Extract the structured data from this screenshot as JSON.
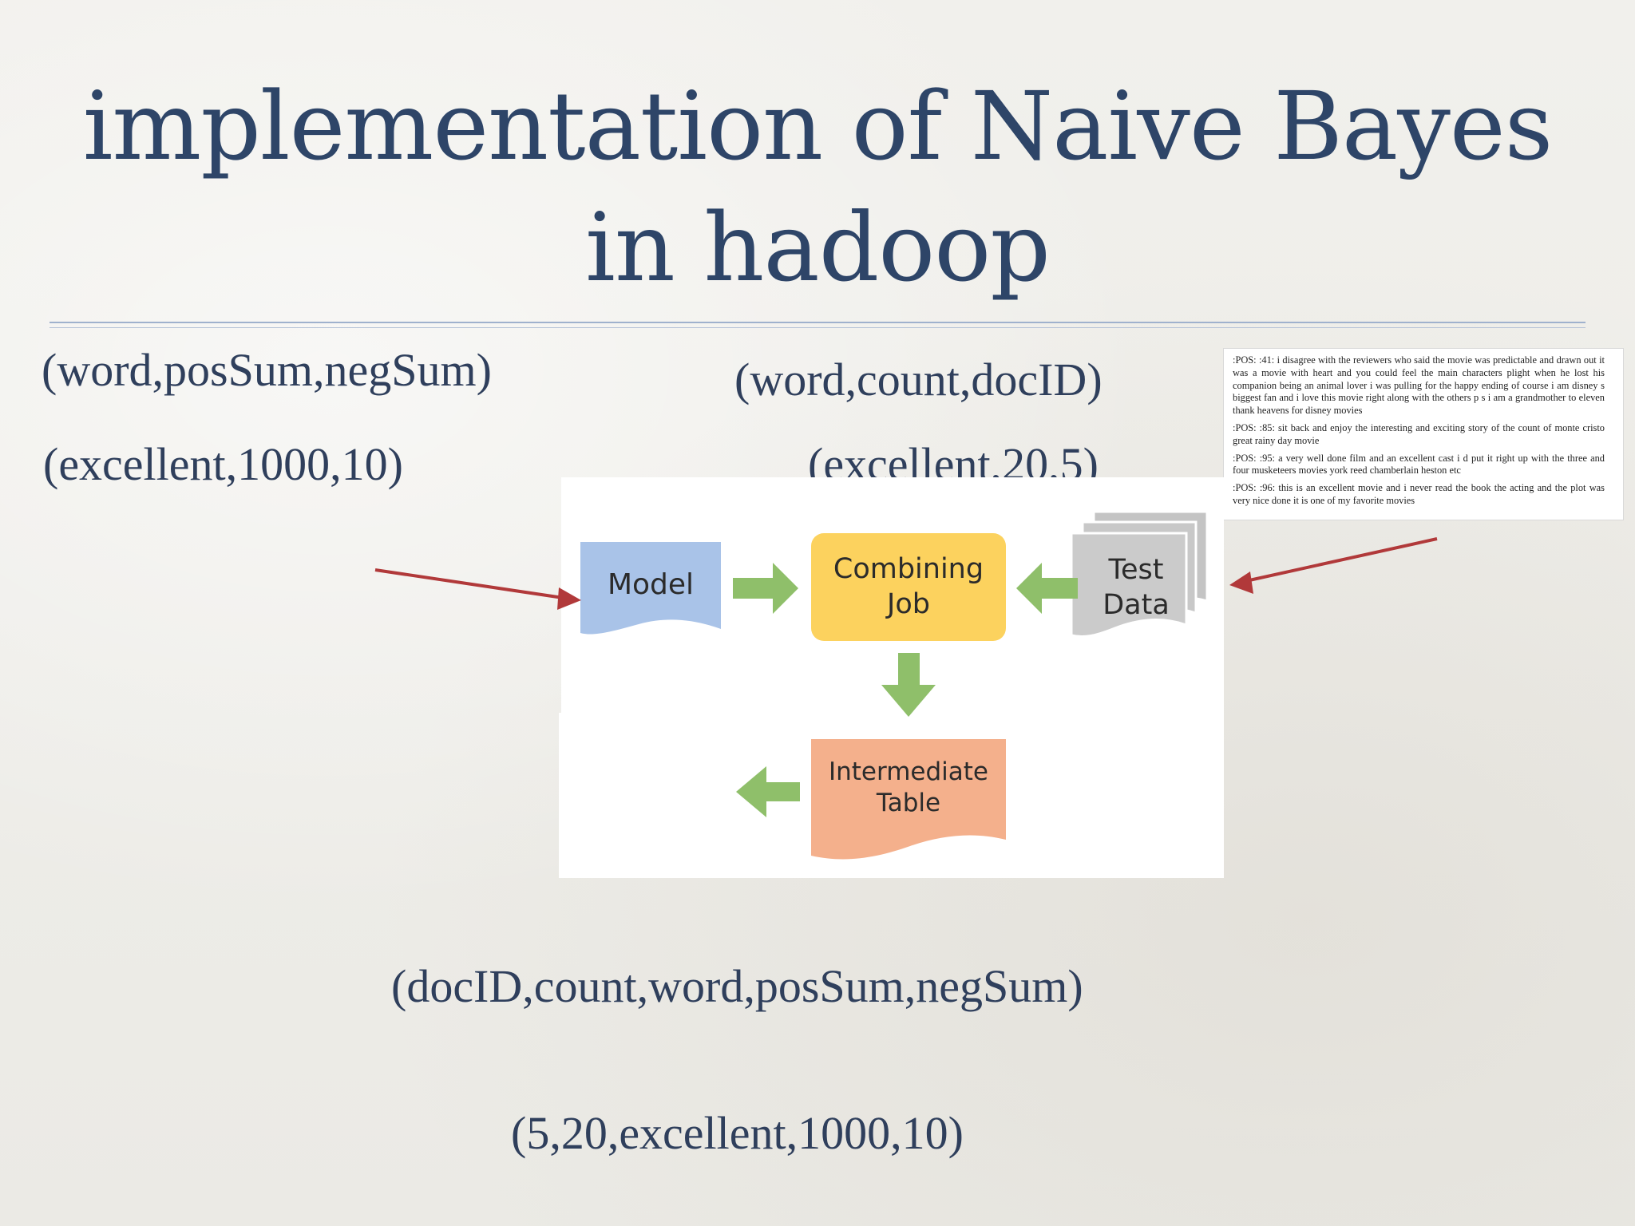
{
  "slide": {
    "title_line1": "implementation of Naive Bayes",
    "title_line2": "in hadoop"
  },
  "tuples": {
    "model_schema": "(word,posSum,negSum)",
    "model_example": "(excellent,1000,10)",
    "test_schema": "(word,count,docID)",
    "test_example": "(excellent,20,5)",
    "output_schema": "(docID,count,word,posSum,negSum)",
    "output_example": "(5,20,excellent,1000,10)"
  },
  "diagram": {
    "model": "Model",
    "combining_line1": "Combining",
    "combining_line2": "Job",
    "test_line1": "Test",
    "test_line2": "Data",
    "intermediate_line1": "Intermediate",
    "intermediate_line2": "Table"
  },
  "reviews": [
    ":POS: :41: i disagree with the reviewers who said the movie was predictable and drawn out it was a movie with heart and you could feel the main characters plight when he lost his companion being an animal lover i was pulling for the happy ending of course i am disney s biggest fan and i love this movie right along with the others p s i am a grandmother to eleven thank heavens for disney movies",
    ":POS: :85: sit back and enjoy the interesting and exciting story of the count of monte cristo great rainy day movie",
    ":POS: :95: a very well done film and an excellent cast i d put it right up with the three and four musketeers movies york reed chamberlain heston etc",
    ":POS: :96: this is an excellent movie and i never read the book the acting and the plot was very nice done it is one of my favorite movies"
  ],
  "colors": {
    "title": "#2e4568",
    "model_fill": "#a9c3e8",
    "combining_fill": "#fcd25e",
    "test_fill": "#c8c8c8",
    "intermediate_fill": "#f4b08c",
    "flow_arrow": "#8fbf6a",
    "pointer_arrow": "#b1393a"
  }
}
